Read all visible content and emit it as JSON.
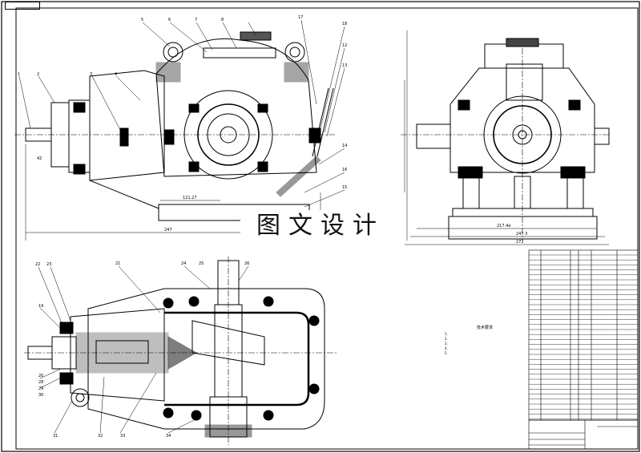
{
  "watermark": "图文设计",
  "callouts": {
    "front": [
      "1",
      "2",
      "3",
      "4",
      "5",
      "6",
      "7",
      "8",
      "17",
      "18",
      "12",
      "13",
      "14",
      "16",
      "15"
    ],
    "plan": [
      "22",
      "23",
      "21",
      "24",
      "25",
      "26",
      "19",
      "20",
      "28",
      "29",
      "30",
      "31",
      "32",
      "33",
      "34"
    ]
  },
  "dimensions": {
    "front_height": "42",
    "front_mid": "121.27",
    "front_width": "247",
    "side_inner": "217.4e",
    "side_outer": "247.3",
    "side_total": "272"
  },
  "notes": {
    "title": "技术要求",
    "lines": [
      "1.",
      "2.",
      "3.",
      "4.",
      "5."
    ]
  },
  "colors": {
    "line": "#000000",
    "background": "#ffffff"
  }
}
